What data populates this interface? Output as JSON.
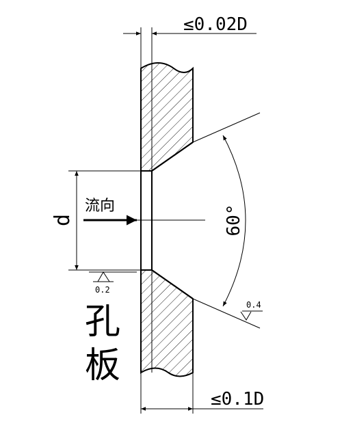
{
  "labels": {
    "top_thickness": "≤0.02D",
    "bottom_thickness": "≤0.1D",
    "flow_direction": "流向",
    "bore_diameter": "d",
    "bevel_angle": "60°",
    "roughness_left": "0.2",
    "roughness_right": "0.4",
    "title_char_1": "孔",
    "title_char_2": "板"
  },
  "colors": {
    "line": "#000000",
    "background": "#ffffff"
  }
}
